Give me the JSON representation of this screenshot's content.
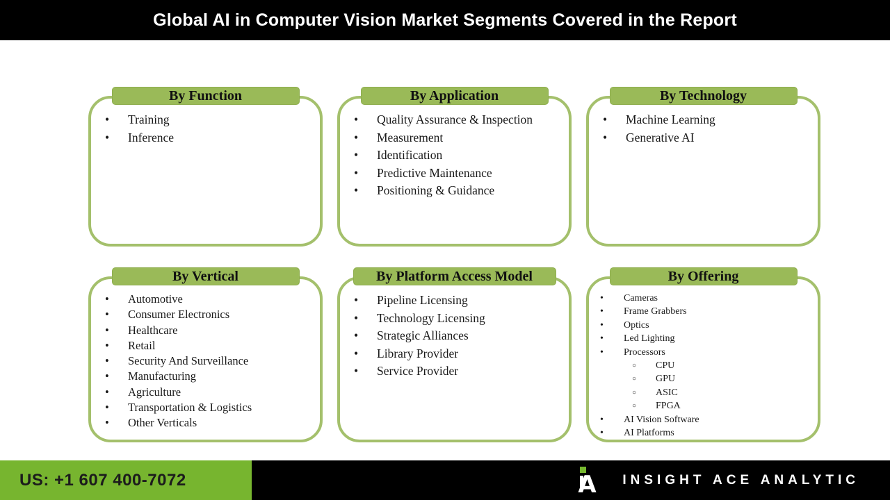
{
  "title": "Global AI in Computer Vision Market Segments Covered in the Report",
  "colors": {
    "header_bar": "#000000",
    "segment_header_green": "#9aba58",
    "segment_border_green": "#a4c06c",
    "footer_green": "#77b52f",
    "logo_dot_green": "#76b82f"
  },
  "segments": [
    {
      "id": "function",
      "title": "By Function",
      "items": [
        "Training",
        "Inference"
      ]
    },
    {
      "id": "application",
      "title": "By Application",
      "items": [
        "Quality Assurance & Inspection",
        "Measurement",
        "Identification",
        "Predictive Maintenance",
        "Positioning & Guidance"
      ]
    },
    {
      "id": "technology",
      "title": "By Technology",
      "items": [
        "Machine Learning",
        "Generative AI"
      ]
    },
    {
      "id": "vertical",
      "title": "By Vertical",
      "items": [
        "Automotive",
        "Consumer Electronics",
        "Healthcare",
        "Retail",
        "Security And Surveillance",
        "Manufacturing",
        "Agriculture",
        "Transportation & Logistics",
        "Other Verticals"
      ]
    },
    {
      "id": "platform-access-model",
      "title": "By Platform Access Model",
      "items": [
        "Pipeline Licensing",
        "Technology Licensing",
        "Strategic Alliances",
        "Library Provider",
        "Service Provider"
      ]
    },
    {
      "id": "offering",
      "title": "By Offering",
      "items": [
        "Cameras",
        "Frame Grabbers",
        "Optics",
        "Led Lighting",
        {
          "label": "Processors",
          "children": [
            "CPU",
            "GPU",
            "ASIC",
            "FPGA"
          ]
        },
        "AI Vision Software",
        "AI Platforms"
      ]
    }
  ],
  "footer": {
    "phone": "US: +1 607 400-7072",
    "brand": "INSIGHT ACE ANALYTIC",
    "logo_letter": "A"
  }
}
